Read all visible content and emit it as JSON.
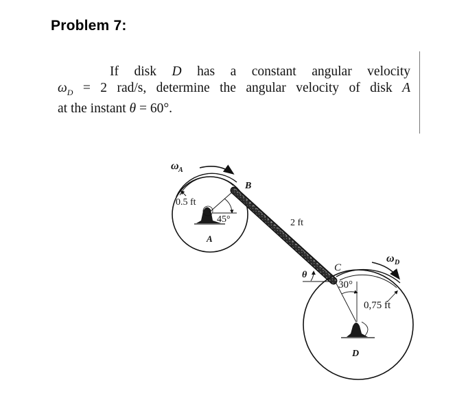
{
  "header": {
    "title": "Problem 7:"
  },
  "problem": {
    "line1": [
      "If disk ",
      "D",
      " has a constant angular velocity"
    ],
    "line2": [
      "ω",
      "D",
      " = 2 rad/s, determine the angular velocity of disk ",
      "A"
    ],
    "line3": [
      "at the instant ",
      "θ",
      " = 60°."
    ],
    "full_text": "If disk D has a constant angular velocity ωD = 2 rad/s, determine the angular velocity of disk A at the instant θ = 60°."
  },
  "figure": {
    "disk_a": {
      "label": "A",
      "radius_label": "0.5 ft",
      "angle_label": "45°",
      "omega_symbol": "ω",
      "omega_subscript": "A"
    },
    "disk_d": {
      "label": "D",
      "radius_label": "0,75 ft",
      "angle_label": "30°",
      "omega_symbol": "ω",
      "omega_subscript": "D"
    },
    "rod": {
      "label_end_a": "B",
      "label_end_d": "C",
      "length_label": "2 ft",
      "angle_symbol": "θ"
    },
    "colors": {
      "ink": "#111111",
      "background": "#ffffff"
    }
  }
}
